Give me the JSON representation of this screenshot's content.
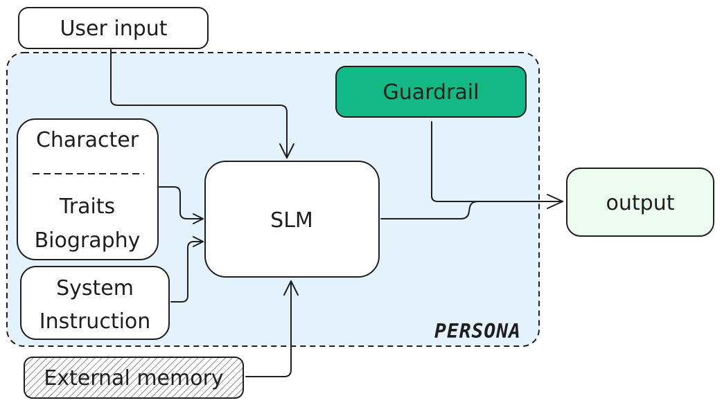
{
  "boxes": {
    "user_input": "User input",
    "guardrail": "Guardrail",
    "character": "Character",
    "traits": "Traits",
    "biography": "Biography",
    "system": "System",
    "instruction": "Instruction",
    "slm": "SLM",
    "output": "output",
    "external_memory": "External memory"
  },
  "group_label": "PERSONA",
  "colors": {
    "persona_fill": "#e3f2fc",
    "guardrail_fill": "#12b886",
    "output_fill": "#ebfbee",
    "stroke": "#1e1e1e"
  }
}
